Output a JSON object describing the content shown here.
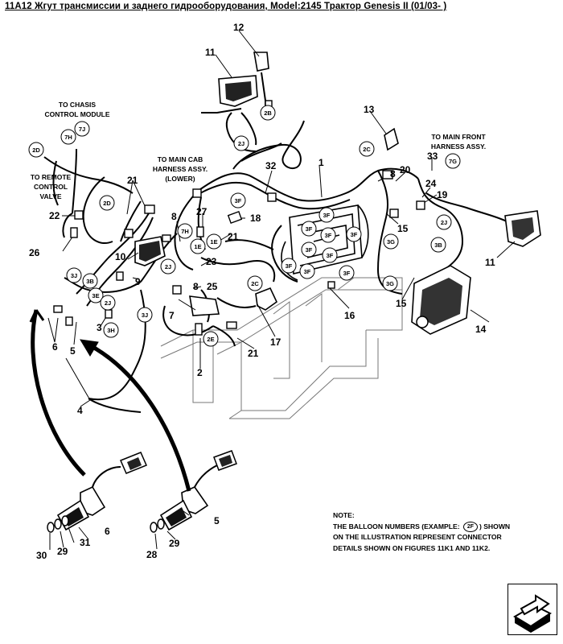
{
  "title": "11A12 Жгут трансмиссии и заднего гидрооборудования, Model:2145 Трактор Genesis II (01/03- )",
  "labels": {
    "to_chassis": [
      "TO CHASIS",
      "CONTROL MODULE"
    ],
    "to_remote": [
      "TO REMOTE",
      "CONTROL",
      "VALVE"
    ],
    "to_main_cab": [
      "TO MAIN CAB",
      "HARNESS ASSY.",
      "(LOWER)"
    ],
    "to_main_front": [
      "TO MAIN FRONT",
      "HARNESS ASSY."
    ]
  },
  "balloons": {
    "b_7h_top": "7H",
    "b_7j": "7J",
    "b_2d_a": "2D",
    "b_2d_b": "2D",
    "b_2b": "2B",
    "b_2j_top": "2J",
    "b_2c_top": "2C",
    "b_7g": "7G",
    "b_3f_1": "3F",
    "b_3f_2": "3F",
    "b_3f_3": "3F",
    "b_3f_4": "3F",
    "b_3f_5": "3F",
    "b_3f_6": "3F",
    "b_3f_7": "3F",
    "b_3f_8": "3F",
    "b_3f_9": "3F",
    "b_3f_10": "3F",
    "b_7h_mid": "7H",
    "b_1e_a": "1E",
    "b_1e_b": "1E",
    "b_2j_mid": "2J",
    "b_3g_a": "3G",
    "b_3g_b": "3G",
    "b_2j_r": "2J",
    "b_3b_r": "3B",
    "b_3j": "3J",
    "b_3b_l": "3B",
    "b_3e": "3E",
    "b_2j_l": "2J",
    "b_3h": "3H",
    "b_3j_2": "3J",
    "b_2e": "2E",
    "b_2c_mid": "2C"
  },
  "callouts": {
    "n1": "1",
    "n2": "2",
    "n3": "3",
    "n4": "4",
    "n5": "5",
    "n5b": "5",
    "n6": "6",
    "n6b": "6",
    "n7": "7",
    "n8a": "8",
    "n8b": "8",
    "n8c": "8",
    "n9": "9",
    "n10": "10",
    "n11a": "11",
    "n11b": "11",
    "n12": "12",
    "n13": "13",
    "n14": "14",
    "n15a": "15",
    "n15b": "15",
    "n16": "16",
    "n17": "17",
    "n18": "18",
    "n19": "19",
    "n20": "20",
    "n21a": "21",
    "n21b": "21",
    "n21c": "21",
    "n22": "22",
    "n23": "23",
    "n24": "24",
    "n25": "25",
    "n26": "26",
    "n27": "27",
    "n28": "28",
    "n29a": "29",
    "n29b": "29",
    "n30": "30",
    "n31": "31",
    "n32": "32",
    "n33": "33"
  },
  "note": {
    "heading": "NOTE:",
    "line1_before": "THE BALLOON NUMBERS (EXAMPLE:",
    "example_balloon": "2F",
    "line1_after": ") SHOWN",
    "line2": "ON THE ILLUSTRATION REPRESENT CONNECTOR",
    "line3": "DETAILS SHOWN ON FIGURES 11K1 AND 11K2."
  },
  "nav_icon": "arrow-box-icon"
}
